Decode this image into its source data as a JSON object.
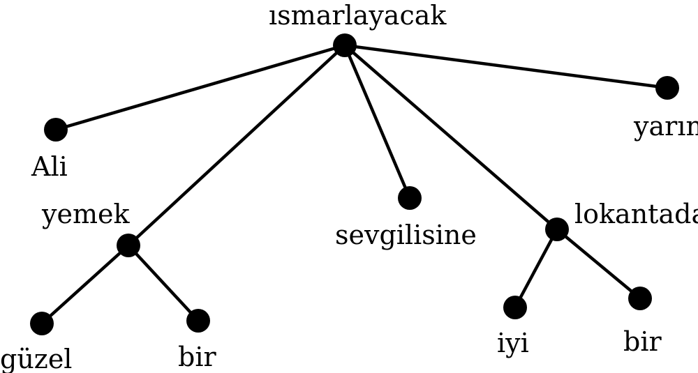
{
  "tree": {
    "nodes": [
      {
        "id": "ismarlayacak",
        "label": "ısmarlayacak"
      },
      {
        "id": "ali",
        "label": "Ali"
      },
      {
        "id": "yemek",
        "label": "yemek"
      },
      {
        "id": "guzel",
        "label": "güzel"
      },
      {
        "id": "bir1",
        "label": "bir"
      },
      {
        "id": "sevgilisine",
        "label": "sevgilisine"
      },
      {
        "id": "lokantada",
        "label": "lokantada"
      },
      {
        "id": "iyi",
        "label": "iyi"
      },
      {
        "id": "bir2",
        "label": "bir"
      },
      {
        "id": "yarin",
        "label": "yarın"
      }
    ],
    "edges": [
      [
        "ismarlayacak",
        "ali"
      ],
      [
        "ismarlayacak",
        "yemek"
      ],
      [
        "ismarlayacak",
        "sevgilisine"
      ],
      [
        "ismarlayacak",
        "lokantada"
      ],
      [
        "ismarlayacak",
        "yarin"
      ],
      [
        "yemek",
        "guzel"
      ],
      [
        "yemek",
        "bir1"
      ],
      [
        "lokantada",
        "iyi"
      ],
      [
        "lokantada",
        "bir2"
      ]
    ],
    "colors": {
      "line": "#000000",
      "node": "#000000",
      "text": "#000000",
      "background": "#ffffff"
    }
  }
}
